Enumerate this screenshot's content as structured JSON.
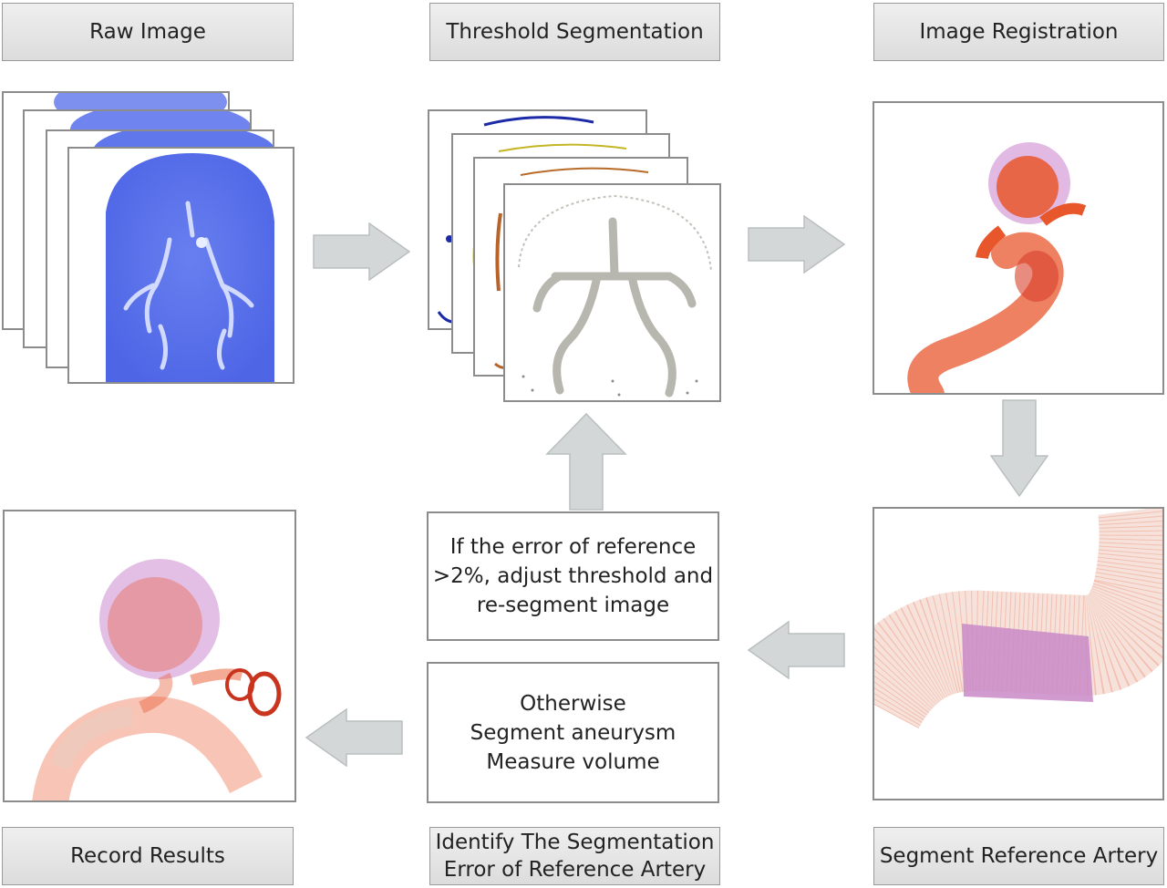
{
  "labels": {
    "raw_image": "Raw Image",
    "threshold_segmentation": "Threshold Segmentation",
    "image_registration": "Image Registration",
    "record_results": "Record Results",
    "identify_error_line1": "Identify The Segmentation",
    "identify_error_line2": "Error of Reference Artery",
    "segment_reference_artery": "Segment Reference Artery"
  },
  "decision_box": {
    "line1": "If the error of reference",
    "line2": ">2%, adjust threshold and",
    "line3": "re-segment image"
  },
  "otherwise_box": {
    "line1": "Otherwise",
    "line2": "Segment aneurysm",
    "line3": "Measure volume"
  },
  "colors": {
    "arrow_fill": "#d3d7d7",
    "arrow_stroke": "#b9bfbf",
    "raw_blue": "#4a63e8",
    "vessel_orange": "#e8572c",
    "aneurysm_pink": "#c98ac8",
    "vessel_gray": "#b8b8b0"
  }
}
